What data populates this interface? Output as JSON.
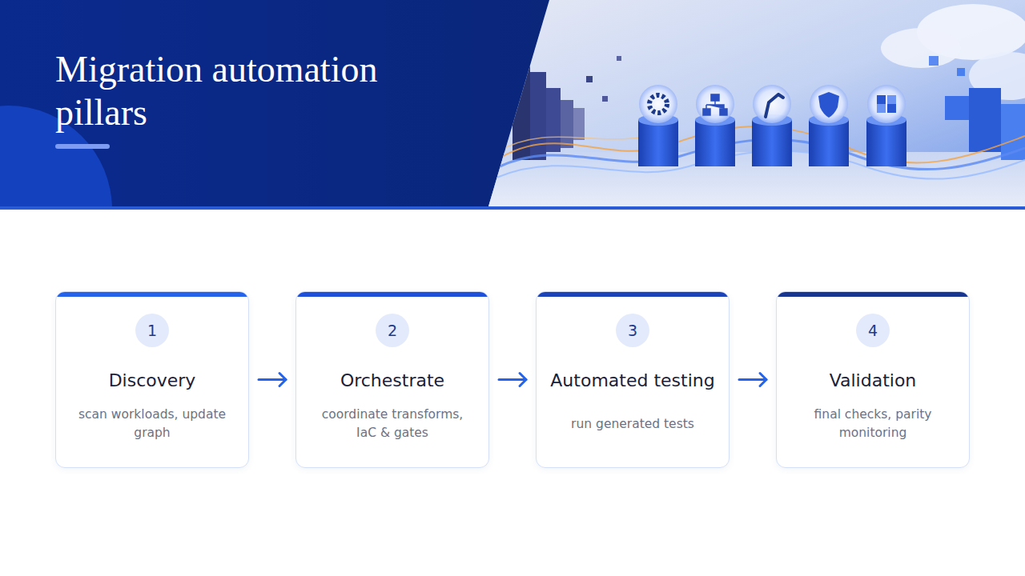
{
  "diagram": {
    "title": "Migration automation pillars",
    "nodes": [
      {
        "text": [
          "1",
          "Discovery",
          "scan workloads, update graph"
        ]
      },
      {
        "text": [
          "2",
          "Orchestrate",
          "coordinate transforms, IaC & gates"
        ]
      },
      {
        "text": [
          "3",
          "Automated testing",
          "run generated tests"
        ]
      },
      {
        "text": [
          "4",
          "Validation",
          "final checks, parity monitoring"
        ]
      }
    ],
    "edges": [
      {
        "from": 0,
        "to": 1,
        "arrow": "to"
      },
      {
        "from": 1,
        "to": 2,
        "arrow": "to"
      },
      {
        "from": 2,
        "to": 3,
        "arrow": "to"
      }
    ]
  }
}
